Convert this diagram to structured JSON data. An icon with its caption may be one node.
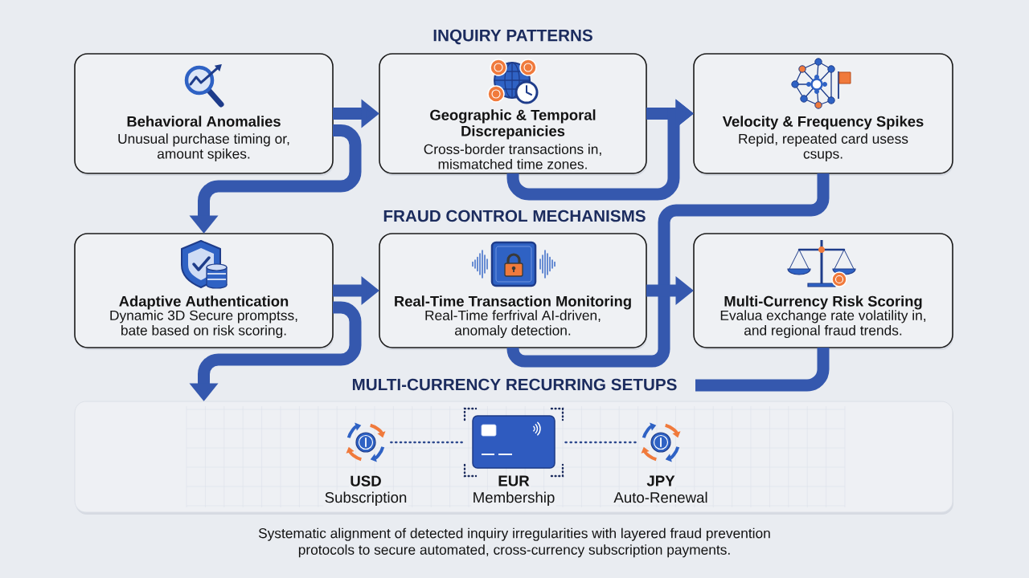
{
  "diagram": {
    "nodes": [
      {
        "text": [
          "Behavioral Anomalies",
          "Unusual purchase timing or, amount spikes."
        ]
      },
      {
        "text": [
          "Geographic & Temporal Discrepanicies",
          "Cross-border transactions in, mismatched time zones."
        ]
      },
      {
        "text": [
          "Velocity & Frequency Spikes",
          "Repid, repeated card usess csups."
        ]
      },
      {
        "text": [
          "Adaptive Authentication",
          "Dynamic 3D Secure promptss, bate based on risk scoring."
        ]
      },
      {
        "text": [
          "Real-Time Transaction Monitoring",
          "Real-Time ferfrival AI-driven, anomaly detection."
        ]
      },
      {
        "text": [
          "Multi-Currency Risk Scoring",
          "Evalua exchange rate volatility in, and regional fraud trends."
        ]
      },
      {
        "text": [],
        "shape": "box"
      },
      {
        "text": [
          "USD",
          "Subscription"
        ],
        "in": 6
      },
      {
        "text": [
          "EUR",
          "Membership"
        ],
        "in": 6
      },
      {
        "text": [
          "JPY",
          "Auto-Renewal"
        ],
        "in": 6
      }
    ],
    "edges": [
      {
        "from": 0,
        "to": 1,
        "arrow": "to"
      },
      {
        "from": 0,
        "to": 3,
        "arrow": "to"
      },
      {
        "from": 1,
        "to": 2,
        "arrow": "to"
      },
      {
        "from": 1,
        "to": 2,
        "arrow": "to"
      },
      {
        "from": 2,
        "to": 4,
        "arrow": "none"
      },
      {
        "from": 3,
        "to": 4,
        "arrow": "to"
      },
      {
        "from": 3,
        "to": 6,
        "arrow": "to"
      },
      {
        "from": 4,
        "to": 5,
        "arrow": "to"
      },
      {
        "from": 5,
        "to": null,
        "arrow": "none"
      },
      {
        "from": 7,
        "to": 8,
        "arrow": "none",
        "style": "dashed",
        "color": "#2e4a8e"
      },
      {
        "from": 8,
        "to": 9,
        "arrow": "none",
        "style": "dashed",
        "color": "#2e4a8e"
      }
    ],
    "labels": [
      "INQUIRY PATTERNS",
      "FRAUD CONTROL MECHANISMS",
      "MULTI-CURRENCY RECURRING SETUPS"
    ],
    "caption": "Systematic alignment of detected inquiry irregularities with layered fraud prevention protocols to secure automated, cross-currency subscription payments."
  }
}
